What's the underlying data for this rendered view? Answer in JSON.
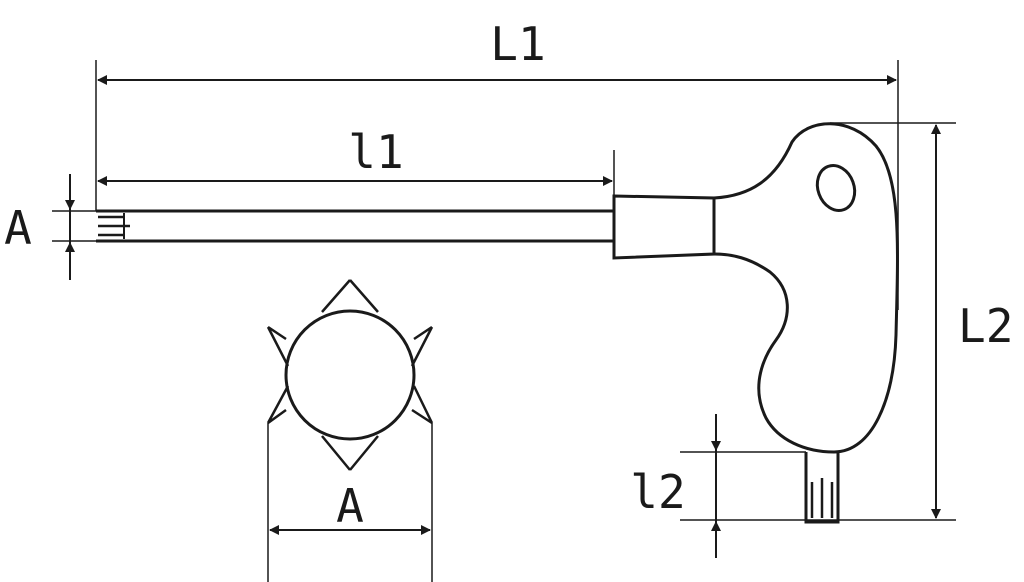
{
  "diagram": {
    "labels": {
      "overall_length": "L1",
      "blade_length": "l1",
      "overall_height": "L2",
      "short_length": "l2",
      "tip_size_side": "A",
      "tip_size_profile": "A"
    }
  }
}
